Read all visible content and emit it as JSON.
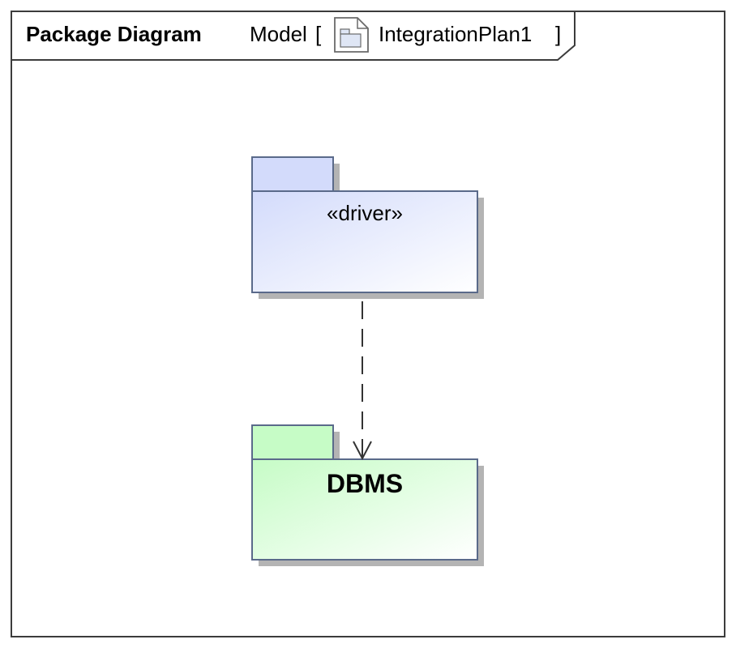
{
  "diagram": {
    "frame": {
      "kind": "Package Diagram",
      "owner": "Model",
      "open_bracket": "[",
      "name": "IntegrationPlan1",
      "close_bracket": "]"
    },
    "packages": [
      {
        "id": "driver",
        "label": "«driver»",
        "fill_start": "#d3dbfb",
        "fill_end": "#ffffff",
        "tab_fill": "#d3dbfb"
      },
      {
        "id": "dbms",
        "label": "DBMS",
        "fill_start": "#c6fcc6",
        "fill_end": "#ffffff",
        "tab_fill": "#c6fcc6"
      }
    ],
    "dependency": {
      "from": "driver",
      "to": "dbms",
      "style": "dashed-open-arrow"
    },
    "colors": {
      "frame_stroke": "#3c3c3c",
      "package_stroke": "#5a6a8a",
      "shadow": "#b4b4b4",
      "dependency_stroke": "#333333"
    }
  }
}
